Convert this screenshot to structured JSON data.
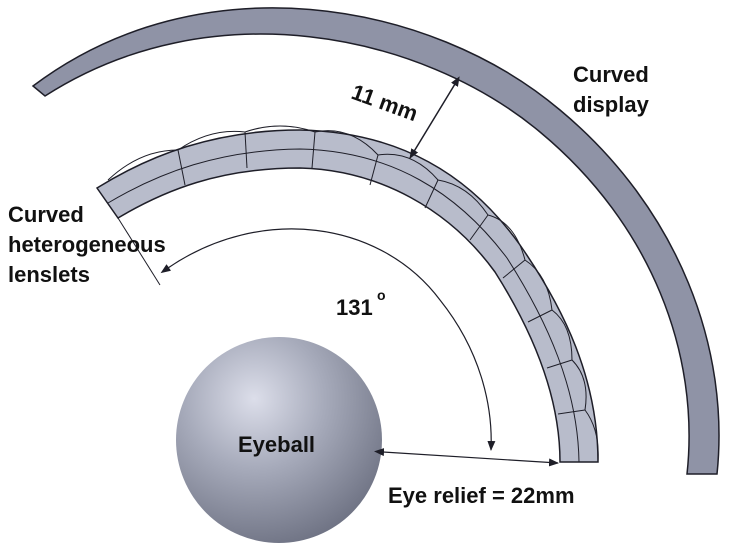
{
  "labels": {
    "curved_display_line1": "Curved",
    "curved_display_line2": "display",
    "gap": "11 mm",
    "lenslets_line1": "Curved",
    "lenslets_line2": "heterogeneous",
    "lenslets_line3": "lenslets",
    "angle_value": "131",
    "angle_unit": "o",
    "eyeball": "Eyeball",
    "eye_relief": "Eye relief = 22mm"
  },
  "colors": {
    "display_fill": "#8f93a6",
    "lenslet_fill": "#b8bccb",
    "lenslet_dark": "#9a9eb0",
    "outline": "#1e1e28",
    "eyeball_light": "#d7d9e4",
    "eyeball_dark": "#6f7384"
  }
}
